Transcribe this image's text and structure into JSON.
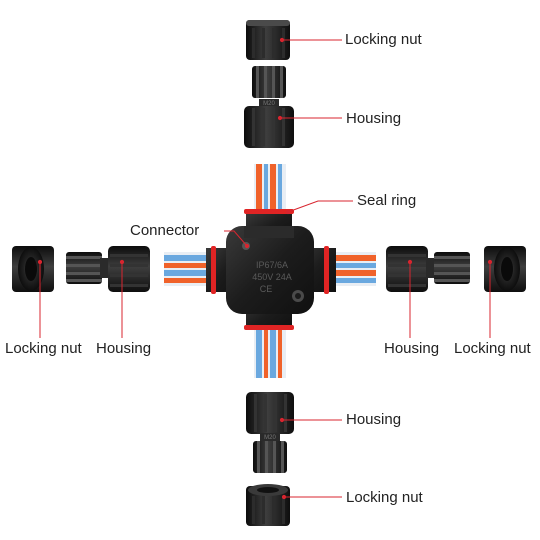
{
  "labels": {
    "locking_nut_top": "Locking nut",
    "housing_top": "Housing",
    "seal_ring": "Seal ring",
    "connector": "Connector",
    "locking_nut_left": "Locking nut",
    "housing_left": "Housing",
    "housing_right": "Housing",
    "locking_nut_right": "Locking nut",
    "housing_bottom": "Housing",
    "locking_nut_bottom": "Locking nut"
  },
  "body_markings": {
    "line1": "IP67/6A",
    "line2": "450V 24A",
    "line3": "CE",
    "housing_size": "M20"
  },
  "colors": {
    "leader_line": "#d8252f",
    "seal_ring": "#e02424",
    "part_dark": "#1f1f1f",
    "spring_orange": "#f0622a",
    "spring_blue": "#6aa8df"
  }
}
